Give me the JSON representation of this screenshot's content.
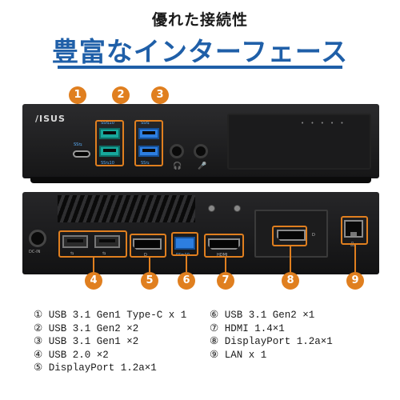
{
  "header": {
    "subtitle": "優れた接続性",
    "title": "豊富なインターフェース"
  },
  "device": {
    "brand": "/ISUS",
    "front_labels": {
      "usb_c": "SS⇆",
      "usb_gen2": "SS⇆10",
      "usb_gen1": "SS⇆"
    },
    "rear_labels": {
      "power": "DC-IN",
      "usb2": "⇆",
      "dp": "D",
      "usb3": "SS⇆10",
      "hdmi": "HDMI",
      "dp2": "D",
      "lan": "品"
    },
    "front_jack_icons": [
      "headphone-icon",
      "microphone-icon"
    ]
  },
  "callouts": [
    "1",
    "2",
    "3",
    "4",
    "5",
    "6",
    "7",
    "8",
    "9"
  ],
  "legend": {
    "left": [
      "① USB 3.1 Gen1 Type-C x 1",
      "② USB 3.1 Gen2 ×2",
      "③ USB 3.1 Gen1 ×2",
      "④ USB 2.0 ×2",
      "⑤ DisplayPort 1.2a×1"
    ],
    "right": [
      "⑥ USB 3.1 Gen2 ×1",
      "⑦ HDMI 1.4×1",
      "⑧ DisplayPort 1.2a×1",
      "⑨ LAN x 1"
    ]
  },
  "colors": {
    "accent": "#e07f1f",
    "title_blue": "#1f5fa8",
    "usb_teal": "#17a89b",
    "usb_blue": "#2d7ee0"
  }
}
